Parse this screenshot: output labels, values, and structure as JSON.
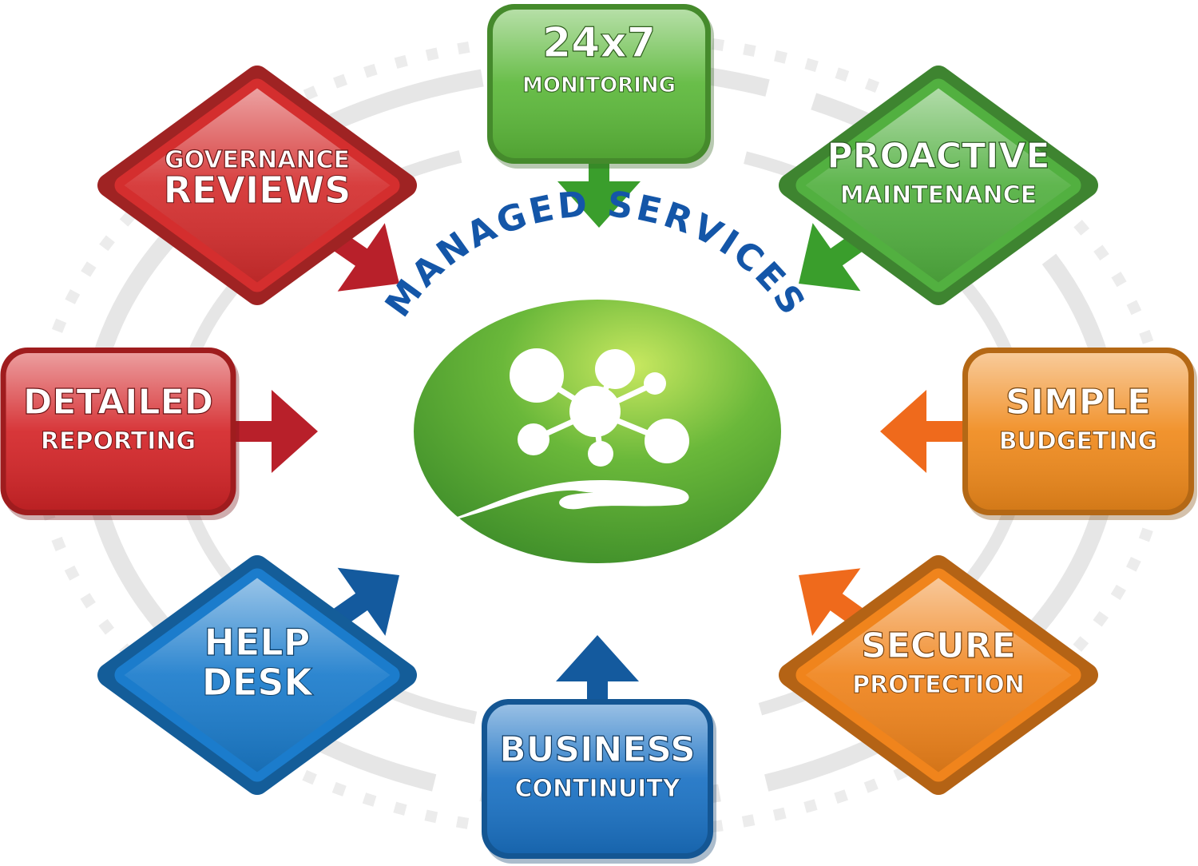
{
  "center": {
    "title": "MANAGED SERVICES",
    "icon": "network-hand-icon",
    "color": "#5aa830",
    "title_color": "#1456a8"
  },
  "nodes": [
    {
      "id": "monitoring",
      "line1": "24x7",
      "line2": "MONITORING",
      "color": "#5cb83a",
      "shape": "square"
    },
    {
      "id": "proactive-maintenance",
      "line1": "PROACTIVE",
      "line2": "MAINTENANCE",
      "color": "#52b040",
      "shape": "diamond"
    },
    {
      "id": "simple-budgeting",
      "line1": "SIMPLE",
      "line2": "BUDGETING",
      "color": "#f08a1c",
      "shape": "square"
    },
    {
      "id": "secure-protection",
      "line1": "SECURE",
      "line2": "PROTECTION",
      "color": "#f0841c",
      "shape": "diamond"
    },
    {
      "id": "business-continuity",
      "line1": "BUSINESS",
      "line2": "CONTINUITY",
      "color": "#1b72c4",
      "shape": "square"
    },
    {
      "id": "help-desk",
      "line1": "HELP",
      "line2": "DESK",
      "color": "#1b7ccc",
      "shape": "diamond"
    },
    {
      "id": "detailed-reporting",
      "line1": "DETAILED",
      "line2": "REPORTING",
      "color": "#d42528",
      "shape": "square"
    },
    {
      "id": "governance-reviews",
      "line1": "GOVERNANCE",
      "line2": "REVIEWS",
      "color": "#d42e2e",
      "shape": "diamond"
    }
  ],
  "arrow_colors": {
    "green": "#3a9e2c",
    "orange": "#ef6a1c",
    "blue": "#145a9e",
    "red": "#b8202a"
  },
  "ring_color": "#e6e6e6"
}
